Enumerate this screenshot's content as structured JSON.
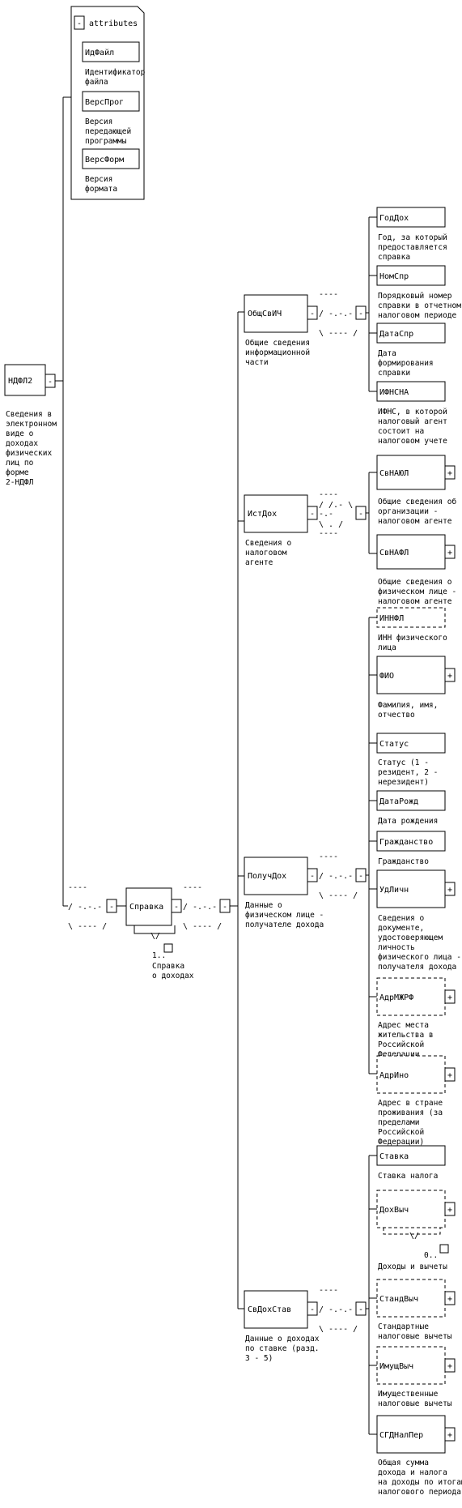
{
  "root": {
    "name": "НДФЛ2",
    "desc": [
      "Сведения в",
      "электронном",
      "виде о",
      "доходах",
      "физических",
      "лиц по",
      "форме",
      "2-НДФЛ"
    ]
  },
  "attributes": {
    "header": "attributes",
    "items": [
      {
        "name": "ИдФайл",
        "desc": [
          "Идентификатор",
          "файла"
        ]
      },
      {
        "name": "ВерсПрог",
        "desc": [
          "Версия",
          "передающей",
          "программы"
        ]
      },
      {
        "name": "ВерсФорм",
        "desc": [
          "Версия",
          "формата"
        ]
      }
    ]
  },
  "spravka": {
    "name": "Справка",
    "card": "1..",
    "desc": [
      "Справка",
      "о доходах"
    ]
  },
  "obsch": {
    "name": "ОбщСвИЧ",
    "desc": [
      "Общие сведения",
      "информационной",
      "части"
    ],
    "children": [
      {
        "name": "ГодДох",
        "desc": [
          "Год, за  который",
          "предоставляется",
          "справка"
        ]
      },
      {
        "name": "НомСпр",
        "desc": [
          "Порядковый номер",
          "справки в отчетном",
          "налоговом периоде"
        ]
      },
      {
        "name": "ДатаСпр",
        "desc": [
          "Дата",
          "формирования",
          "справки"
        ]
      },
      {
        "name": "ИФНСНА",
        "desc": [
          "ИФНС, в которой",
          "налоговый агент",
          "состоит на",
          "налоговом учете"
        ]
      }
    ]
  },
  "istdoh": {
    "name": "ИстДох",
    "desc": [
      "Сведения о",
      "налоговом",
      "агенте"
    ],
    "children": [
      {
        "name": "СвНАЮЛ",
        "desc": [
          "Общие сведения об",
          "организации -",
          "налоговом агенте"
        ]
      },
      {
        "name": "СвНАФЛ",
        "desc": [
          "Общие сведения о",
          "физическом лице -",
          "налоговом агенте"
        ]
      }
    ]
  },
  "poluch": {
    "name": "ПолучДох",
    "desc": [
      "Данные о",
      "физическом лице -",
      "получателе дохода"
    ],
    "children": [
      {
        "name": "ИННФЛ",
        "desc": [
          "ИНН физического",
          "лица"
        ]
      },
      {
        "name": "ФИО",
        "desc": [
          "Фамилия, имя,",
          "отчество"
        ]
      },
      {
        "name": "Статус",
        "desc": [
          "Статус (1 -",
          "резидент, 2 -",
          "нерезидент)"
        ]
      },
      {
        "name": "ДатаРожд",
        "desc": [
          "Дата рождения"
        ]
      },
      {
        "name": "Гражданство",
        "desc": [
          "Гражданство"
        ]
      },
      {
        "name": "УдЛичн",
        "desc": [
          "Сведения о",
          "документе,",
          "удостоверяющем",
          "личность",
          "физического лица -",
          "получателя дохода"
        ]
      },
      {
        "name": "АдрМЖРФ",
        "desc": [
          "Адрес места",
          "жительства в",
          "Российской",
          "Федерации"
        ]
      },
      {
        "name": "АдрИно",
        "desc": [
          "Адрес в стране",
          "проживания (за",
          "пределами",
          "Российской",
          "Федерации)"
        ]
      }
    ]
  },
  "svdoh": {
    "name": "СвДохСтав",
    "desc": [
      "Данные о доходах",
      "по ставке (разд.",
      "3 - 5)"
    ],
    "children": [
      {
        "name": "Ставка",
        "desc": [
          "Ставка налога"
        ]
      },
      {
        "name": "ДохВыч",
        "card": "0..",
        "desc": [
          "Доходы и вычеты"
        ]
      },
      {
        "name": "СтандВыч",
        "desc": [
          "Стандартные",
          "налоговые вычеты"
        ]
      },
      {
        "name": "ИмущВыч",
        "desc": [
          "Имущественные",
          "налоговые вычеты"
        ]
      },
      {
        "name": "СГДНалПер",
        "desc": [
          "Общая сумма",
          "дохода и налога",
          "на доходы по итогам",
          "налогового периода"
        ]
      }
    ]
  }
}
